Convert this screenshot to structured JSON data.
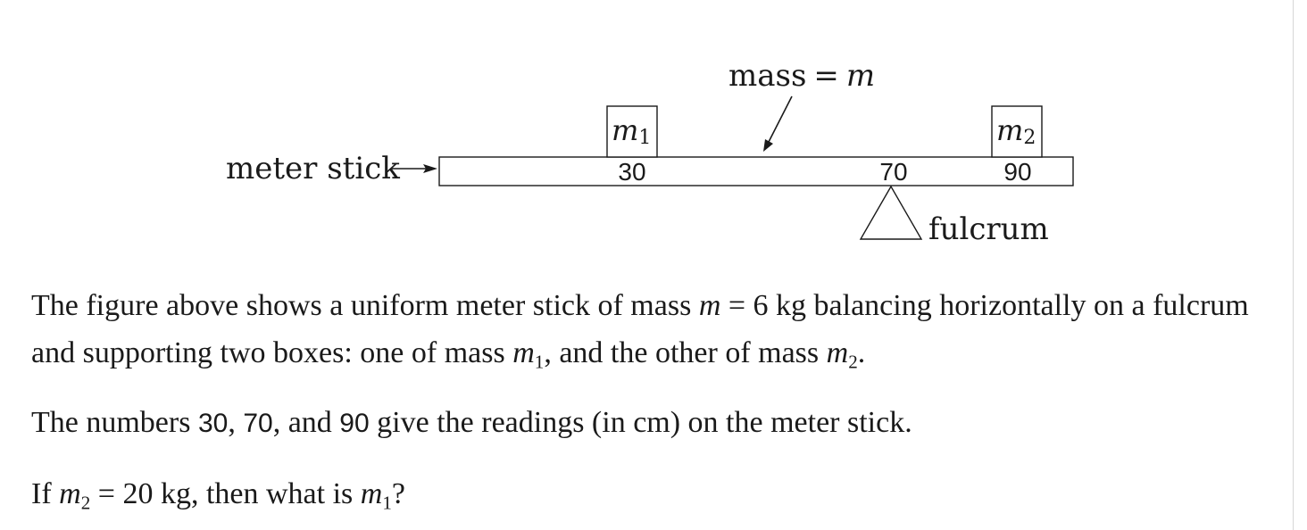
{
  "figure": {
    "meter_stick_label": "meter stick",
    "mass_label_word": "mass",
    "mass_label_eq": "=",
    "mass_label_var": "m",
    "box_left_var": "m",
    "box_left_sub": "1",
    "box_right_var": "m",
    "box_right_sub": "2",
    "reading_left": "30",
    "reading_fulcrum": "70",
    "reading_right": "90",
    "fulcrum_label": "fulcrum"
  },
  "question": {
    "p1_a": "The figure above shows a uniform meter stick of mass ",
    "p1_m": "m",
    "p1_b": " = 6 kg balancing horizontally on a fulcrum and supporting two boxes: one of mass ",
    "p1_m1": "m",
    "p1_sub1": "1",
    "p1_c": ", and the other of mass ",
    "p1_m2": "m",
    "p1_sub2": "2",
    "p1_d": ".",
    "p2_a": "The numbers ",
    "p2_n1": "30",
    "p2_s1": ", ",
    "p2_n2": "70",
    "p2_b": ", and ",
    "p2_n3": "90",
    "p2_c": " give the readings (in cm) on the meter stick.",
    "p3_a": "If ",
    "p3_m2": "m",
    "p3_sub2": "2",
    "p3_b": " = 20 kg, then what is ",
    "p3_m1": "m",
    "p3_sub1": "1",
    "p3_c": "?"
  }
}
